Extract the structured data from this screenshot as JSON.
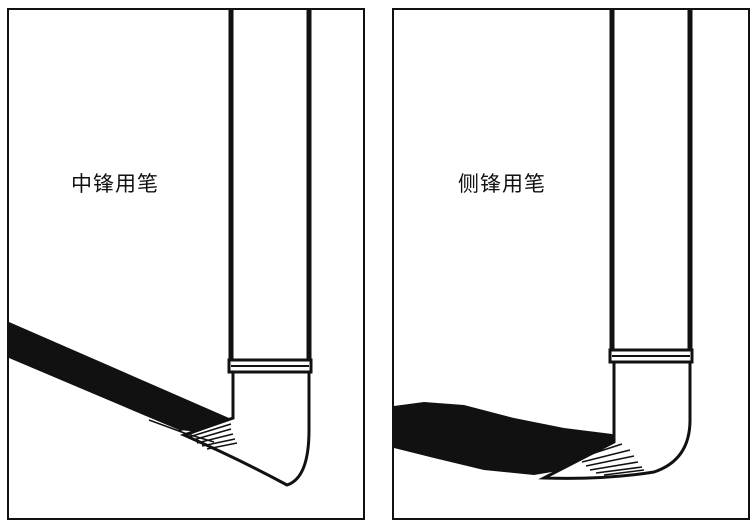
{
  "panels": [
    {
      "label": "中锋用笔"
    },
    {
      "label": "侧锋用笔"
    }
  ],
  "colors": {
    "ink": "#111111",
    "paper": "#ffffff"
  },
  "icons": {
    "left_figure": "brush-upright-center-tip",
    "right_figure": "brush-slanted-side-tip"
  }
}
